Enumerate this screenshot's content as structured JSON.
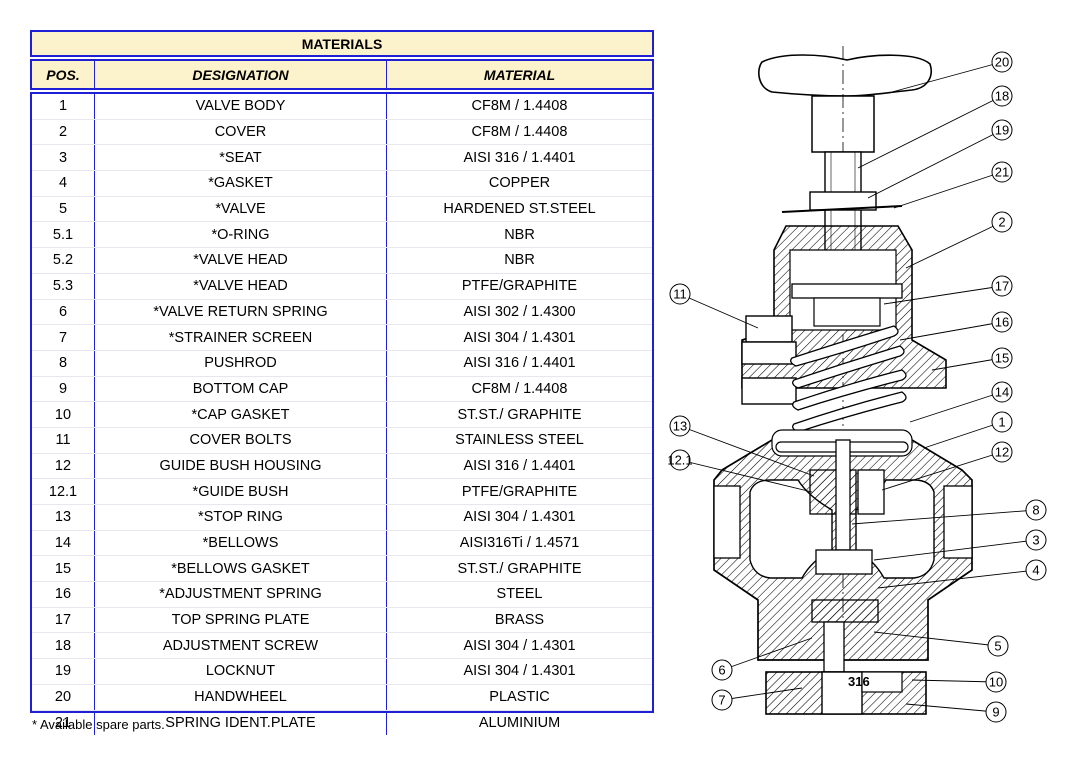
{
  "table": {
    "title": "MATERIALS",
    "headers": {
      "pos": "POS.",
      "designation": "DESIGNATION",
      "material": "MATERIAL"
    },
    "rows": [
      {
        "pos": "1",
        "designation": "VALVE BODY",
        "material": "CF8M  / 1.4408"
      },
      {
        "pos": "2",
        "designation": "COVER",
        "material": "CF8M / 1.4408"
      },
      {
        "pos": "3",
        "designation": "*SEAT",
        "material": "AISI 316 / 1.4401"
      },
      {
        "pos": "4",
        "designation": "*GASKET",
        "material": "COPPER"
      },
      {
        "pos": "5",
        "designation": "*VALVE",
        "material": "HARDENED ST.STEEL"
      },
      {
        "pos": "5.1",
        "designation": "*O-RING",
        "material": "NBR"
      },
      {
        "pos": "5.2",
        "designation": "*VALVE HEAD",
        "material": "NBR"
      },
      {
        "pos": "5.3",
        "designation": "*VALVE HEAD",
        "material": "PTFE/GRAPHITE"
      },
      {
        "pos": "6",
        "designation": "*VALVE RETURN SPRING",
        "material": "AISI 302 / 1.4300"
      },
      {
        "pos": "7",
        "designation": "*STRAINER SCREEN",
        "material": "AISI 304 / 1.4301"
      },
      {
        "pos": "8",
        "designation": "PUSHROD",
        "material": "AISI 316 / 1.4401"
      },
      {
        "pos": "9",
        "designation": "BOTTOM CAP",
        "material": "CF8M / 1.4408"
      },
      {
        "pos": "10",
        "designation": "*CAP GASKET",
        "material": "ST.ST./ GRAPHITE"
      },
      {
        "pos": "11",
        "designation": "COVER BOLTS",
        "material": "STAINLESS STEEL"
      },
      {
        "pos": "12",
        "designation": "GUIDE BUSH HOUSING",
        "material": "AISI 316 / 1.4401"
      },
      {
        "pos": "12.1",
        "designation": "*GUIDE BUSH",
        "material": "PTFE/GRAPHITE"
      },
      {
        "pos": "13",
        "designation": "*STOP RING",
        "material": "AISI 304 / 1.4301"
      },
      {
        "pos": "14",
        "designation": "*BELLOWS",
        "material": "AISI316Ti / 1.4571"
      },
      {
        "pos": "15",
        "designation": "*BELLOWS GASKET",
        "material": "ST.ST./ GRAPHITE"
      },
      {
        "pos": "16",
        "designation": "*ADJUSTMENT SPRING",
        "material": "STEEL"
      },
      {
        "pos": "17",
        "designation": "TOP SPRING PLATE",
        "material": "BRASS"
      },
      {
        "pos": "18",
        "designation": "ADJUSTMENT SCREW",
        "material": "AISI 304 / 1.4301"
      },
      {
        "pos": "19",
        "designation": "LOCKNUT",
        "material": "AISI 304 / 1.4301"
      },
      {
        "pos": "20",
        "designation": "HANDWHEEL",
        "material": "PLASTIC"
      },
      {
        "pos": "21",
        "designation": "SPRING IDENT.PLATE",
        "material": "ALUMINIUM"
      }
    ]
  },
  "footnote": "* Available spare parts.",
  "drawing": {
    "body_marking": "316",
    "callouts": [
      "20",
      "18",
      "19",
      "21",
      "2",
      "17",
      "16",
      "15",
      "14",
      "1",
      "12",
      "8",
      "3",
      "4",
      "5",
      "10",
      "9",
      "11",
      "13",
      "12.1",
      "6",
      "7"
    ]
  },
  "colors": {
    "table_border": "#1f1fd6",
    "header_fill": "#fcf2cc"
  }
}
